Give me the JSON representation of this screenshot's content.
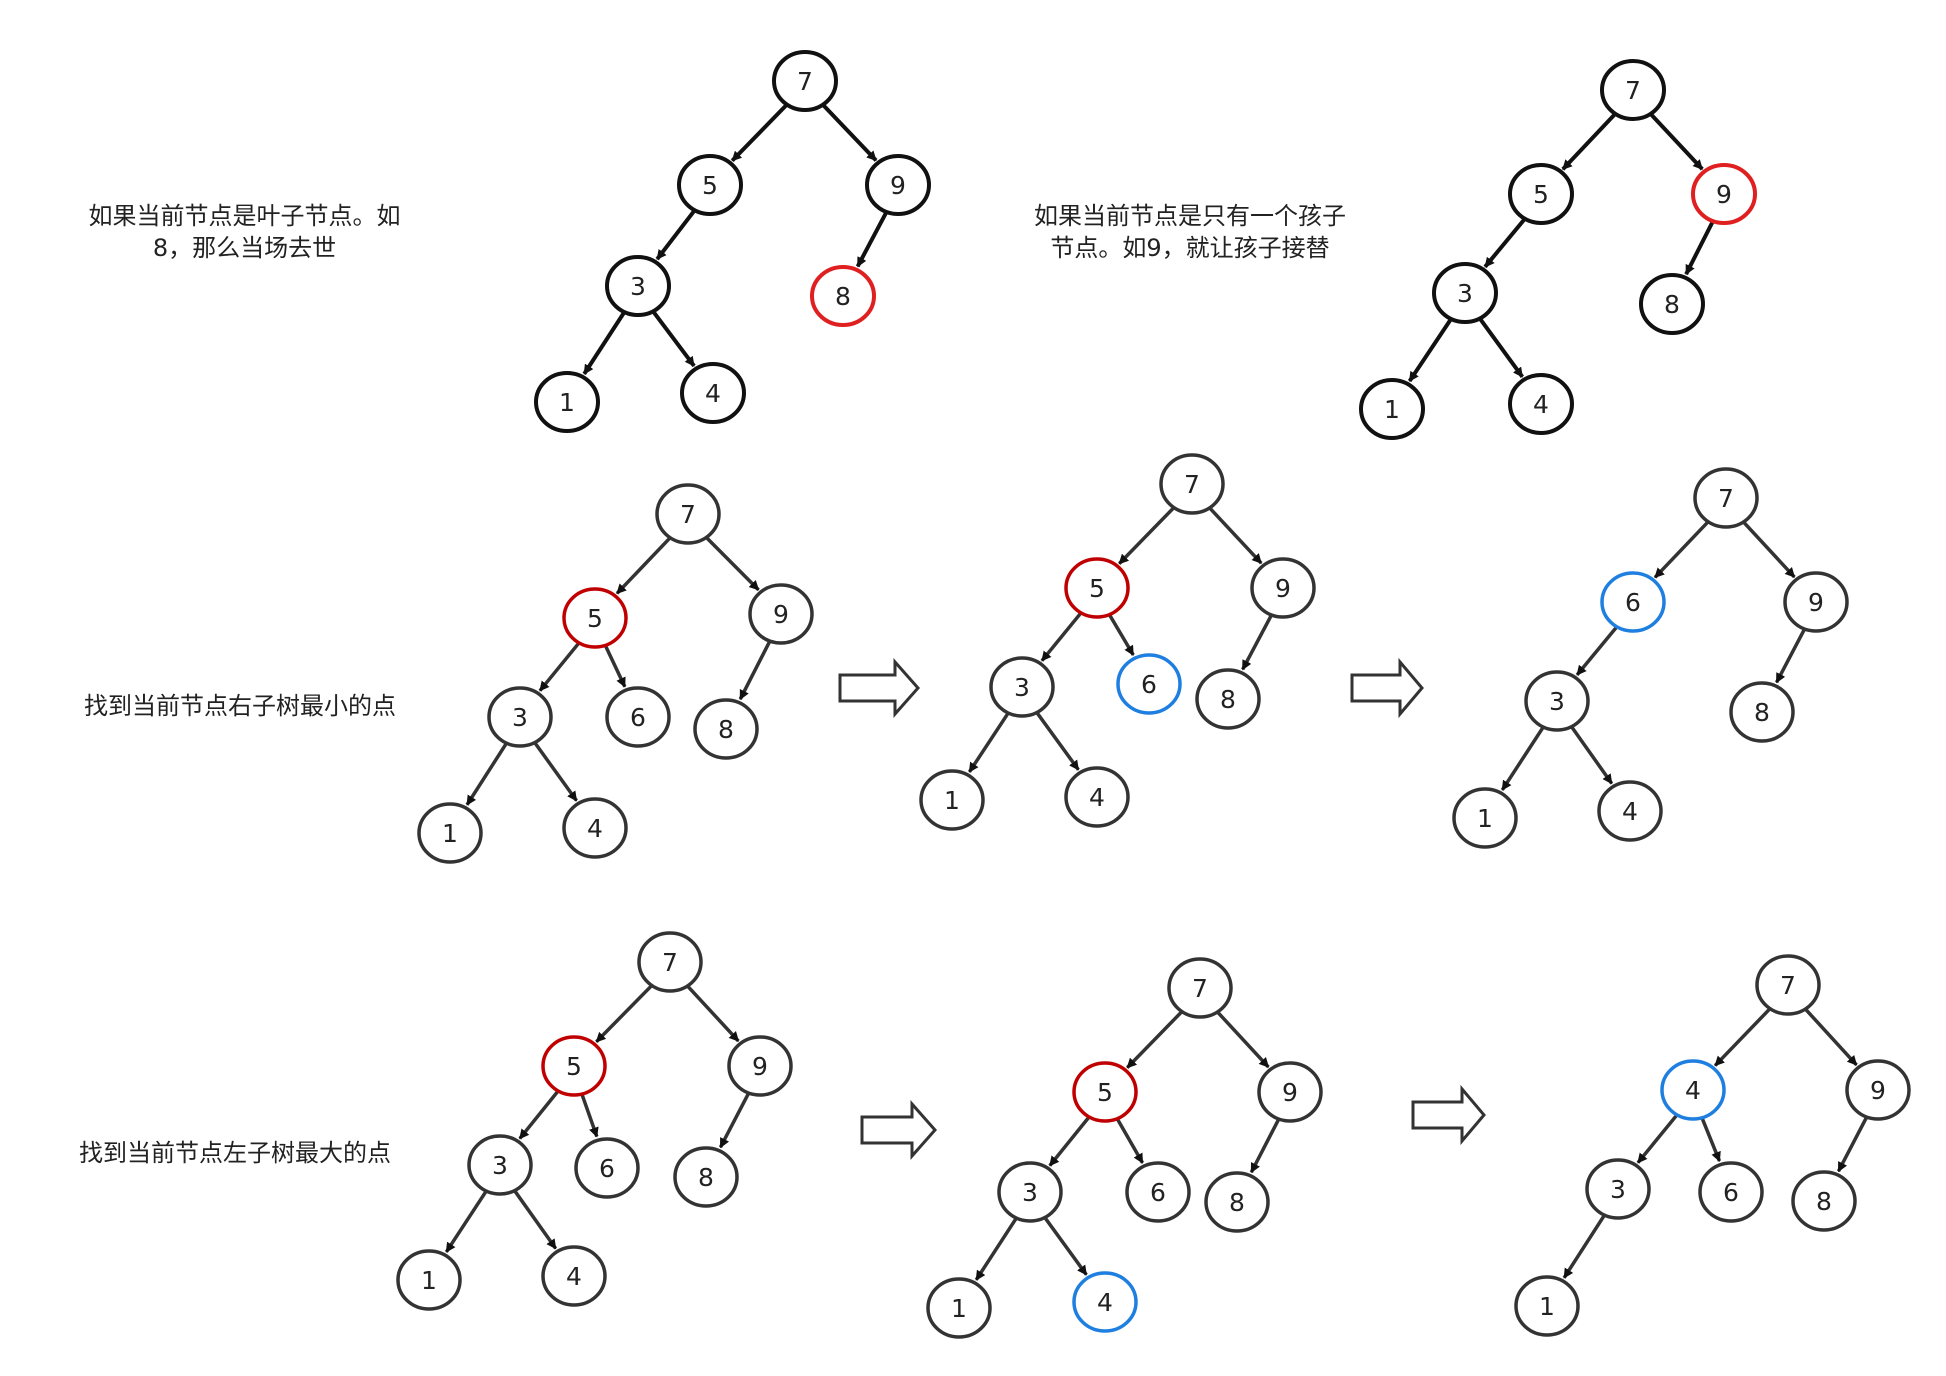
{
  "colors": {
    "black": "#111111",
    "dark": "#333333",
    "red": "#e02020",
    "darkred": "#c00000",
    "blue": "#1e7fe0",
    "fill": "#ffffff"
  },
  "captions": {
    "leaf": "如果当前节点是叶子节点。如\n8，那么当场去世",
    "one_child": "如果当前节点是只有一个孩子\n节点。如9，就让孩子接替",
    "right_min": "找到当前节点右子树最小的点",
    "left_max": "找到当前节点左子树最大的点"
  },
  "trees": [
    {
      "id": "leaf-case",
      "nodes": [
        {
          "id": "n7",
          "label": "7",
          "style": "black"
        },
        {
          "id": "n5",
          "label": "5",
          "style": "black"
        },
        {
          "id": "n9",
          "label": "9",
          "style": "black"
        },
        {
          "id": "n3",
          "label": "3",
          "style": "black"
        },
        {
          "id": "n8",
          "label": "8",
          "style": "red"
        },
        {
          "id": "n1",
          "label": "1",
          "style": "black"
        },
        {
          "id": "n4",
          "label": "4",
          "style": "black"
        }
      ],
      "edges": [
        [
          "n7",
          "n5"
        ],
        [
          "n7",
          "n9"
        ],
        [
          "n5",
          "n3"
        ],
        [
          "n9",
          "n8"
        ],
        [
          "n3",
          "n1"
        ],
        [
          "n3",
          "n4"
        ]
      ]
    },
    {
      "id": "one-child-case",
      "nodes": [
        {
          "id": "n7",
          "label": "7",
          "style": "black"
        },
        {
          "id": "n5",
          "label": "5",
          "style": "black"
        },
        {
          "id": "n9",
          "label": "9",
          "style": "red"
        },
        {
          "id": "n3",
          "label": "3",
          "style": "black"
        },
        {
          "id": "n8",
          "label": "8",
          "style": "black"
        },
        {
          "id": "n1",
          "label": "1",
          "style": "black"
        },
        {
          "id": "n4",
          "label": "4",
          "style": "black"
        }
      ],
      "edges": [
        [
          "n7",
          "n5"
        ],
        [
          "n7",
          "n9"
        ],
        [
          "n5",
          "n3"
        ],
        [
          "n9",
          "n8"
        ],
        [
          "n3",
          "n1"
        ],
        [
          "n3",
          "n4"
        ]
      ]
    },
    {
      "id": "right-min-step1",
      "nodes": [
        {
          "id": "n7",
          "label": "7",
          "style": "dark"
        },
        {
          "id": "n5",
          "label": "5",
          "style": "darkred"
        },
        {
          "id": "n9",
          "label": "9",
          "style": "dark"
        },
        {
          "id": "n3",
          "label": "3",
          "style": "dark"
        },
        {
          "id": "n6",
          "label": "6",
          "style": "dark"
        },
        {
          "id": "n8",
          "label": "8",
          "style": "dark"
        },
        {
          "id": "n1",
          "label": "1",
          "style": "dark"
        },
        {
          "id": "n4",
          "label": "4",
          "style": "dark"
        }
      ],
      "edges": [
        [
          "n7",
          "n5"
        ],
        [
          "n7",
          "n9"
        ],
        [
          "n5",
          "n3"
        ],
        [
          "n5",
          "n6"
        ],
        [
          "n9",
          "n8"
        ],
        [
          "n3",
          "n1"
        ],
        [
          "n3",
          "n4"
        ]
      ]
    },
    {
      "id": "right-min-step2",
      "nodes": [
        {
          "id": "n7",
          "label": "7",
          "style": "dark"
        },
        {
          "id": "n5",
          "label": "5",
          "style": "darkred"
        },
        {
          "id": "n9",
          "label": "9",
          "style": "dark"
        },
        {
          "id": "n3",
          "label": "3",
          "style": "dark"
        },
        {
          "id": "n6",
          "label": "6",
          "style": "blue"
        },
        {
          "id": "n8",
          "label": "8",
          "style": "dark"
        },
        {
          "id": "n1",
          "label": "1",
          "style": "dark"
        },
        {
          "id": "n4",
          "label": "4",
          "style": "dark"
        }
      ],
      "edges": [
        [
          "n7",
          "n5"
        ],
        [
          "n7",
          "n9"
        ],
        [
          "n5",
          "n3"
        ],
        [
          "n5",
          "n6"
        ],
        [
          "n9",
          "n8"
        ],
        [
          "n3",
          "n1"
        ],
        [
          "n3",
          "n4"
        ]
      ]
    },
    {
      "id": "right-min-step3",
      "nodes": [
        {
          "id": "n7",
          "label": "7",
          "style": "dark"
        },
        {
          "id": "n6",
          "label": "6",
          "style": "blue"
        },
        {
          "id": "n9",
          "label": "9",
          "style": "dark"
        },
        {
          "id": "n3",
          "label": "3",
          "style": "dark"
        },
        {
          "id": "n8",
          "label": "8",
          "style": "dark"
        },
        {
          "id": "n1",
          "label": "1",
          "style": "dark"
        },
        {
          "id": "n4",
          "label": "4",
          "style": "dark"
        }
      ],
      "edges": [
        [
          "n7",
          "n6"
        ],
        [
          "n7",
          "n9"
        ],
        [
          "n6",
          "n3"
        ],
        [
          "n9",
          "n8"
        ],
        [
          "n3",
          "n1"
        ],
        [
          "n3",
          "n4"
        ]
      ]
    },
    {
      "id": "left-max-step1",
      "nodes": [
        {
          "id": "n7",
          "label": "7",
          "style": "dark"
        },
        {
          "id": "n5",
          "label": "5",
          "style": "darkred"
        },
        {
          "id": "n9",
          "label": "9",
          "style": "dark"
        },
        {
          "id": "n3",
          "label": "3",
          "style": "dark"
        },
        {
          "id": "n6",
          "label": "6",
          "style": "dark"
        },
        {
          "id": "n8",
          "label": "8",
          "style": "dark"
        },
        {
          "id": "n1",
          "label": "1",
          "style": "dark"
        },
        {
          "id": "n4",
          "label": "4",
          "style": "dark"
        }
      ],
      "edges": [
        [
          "n7",
          "n5"
        ],
        [
          "n7",
          "n9"
        ],
        [
          "n5",
          "n3"
        ],
        [
          "n5",
          "n6"
        ],
        [
          "n9",
          "n8"
        ],
        [
          "n3",
          "n1"
        ],
        [
          "n3",
          "n4"
        ]
      ]
    },
    {
      "id": "left-max-step2",
      "nodes": [
        {
          "id": "n7",
          "label": "7",
          "style": "dark"
        },
        {
          "id": "n5",
          "label": "5",
          "style": "darkred"
        },
        {
          "id": "n9",
          "label": "9",
          "style": "dark"
        },
        {
          "id": "n3",
          "label": "3",
          "style": "dark"
        },
        {
          "id": "n6",
          "label": "6",
          "style": "dark"
        },
        {
          "id": "n8",
          "label": "8",
          "style": "dark"
        },
        {
          "id": "n1",
          "label": "1",
          "style": "dark"
        },
        {
          "id": "n4",
          "label": "4",
          "style": "blue"
        }
      ],
      "edges": [
        [
          "n7",
          "n5"
        ],
        [
          "n7",
          "n9"
        ],
        [
          "n5",
          "n3"
        ],
        [
          "n5",
          "n6"
        ],
        [
          "n9",
          "n8"
        ],
        [
          "n3",
          "n1"
        ],
        [
          "n3",
          "n4"
        ]
      ]
    },
    {
      "id": "left-max-step3",
      "nodes": [
        {
          "id": "n7",
          "label": "7",
          "style": "dark"
        },
        {
          "id": "n4",
          "label": "4",
          "style": "blue"
        },
        {
          "id": "n9",
          "label": "9",
          "style": "dark"
        },
        {
          "id": "n3",
          "label": "3",
          "style": "dark"
        },
        {
          "id": "n6",
          "label": "6",
          "style": "dark"
        },
        {
          "id": "n8",
          "label": "8",
          "style": "dark"
        },
        {
          "id": "n1",
          "label": "1",
          "style": "dark"
        }
      ],
      "edges": [
        [
          "n7",
          "n4"
        ],
        [
          "n7",
          "n9"
        ],
        [
          "n4",
          "n3"
        ],
        [
          "n4",
          "n6"
        ],
        [
          "n9",
          "n8"
        ],
        [
          "n3",
          "n1"
        ]
      ]
    }
  ]
}
